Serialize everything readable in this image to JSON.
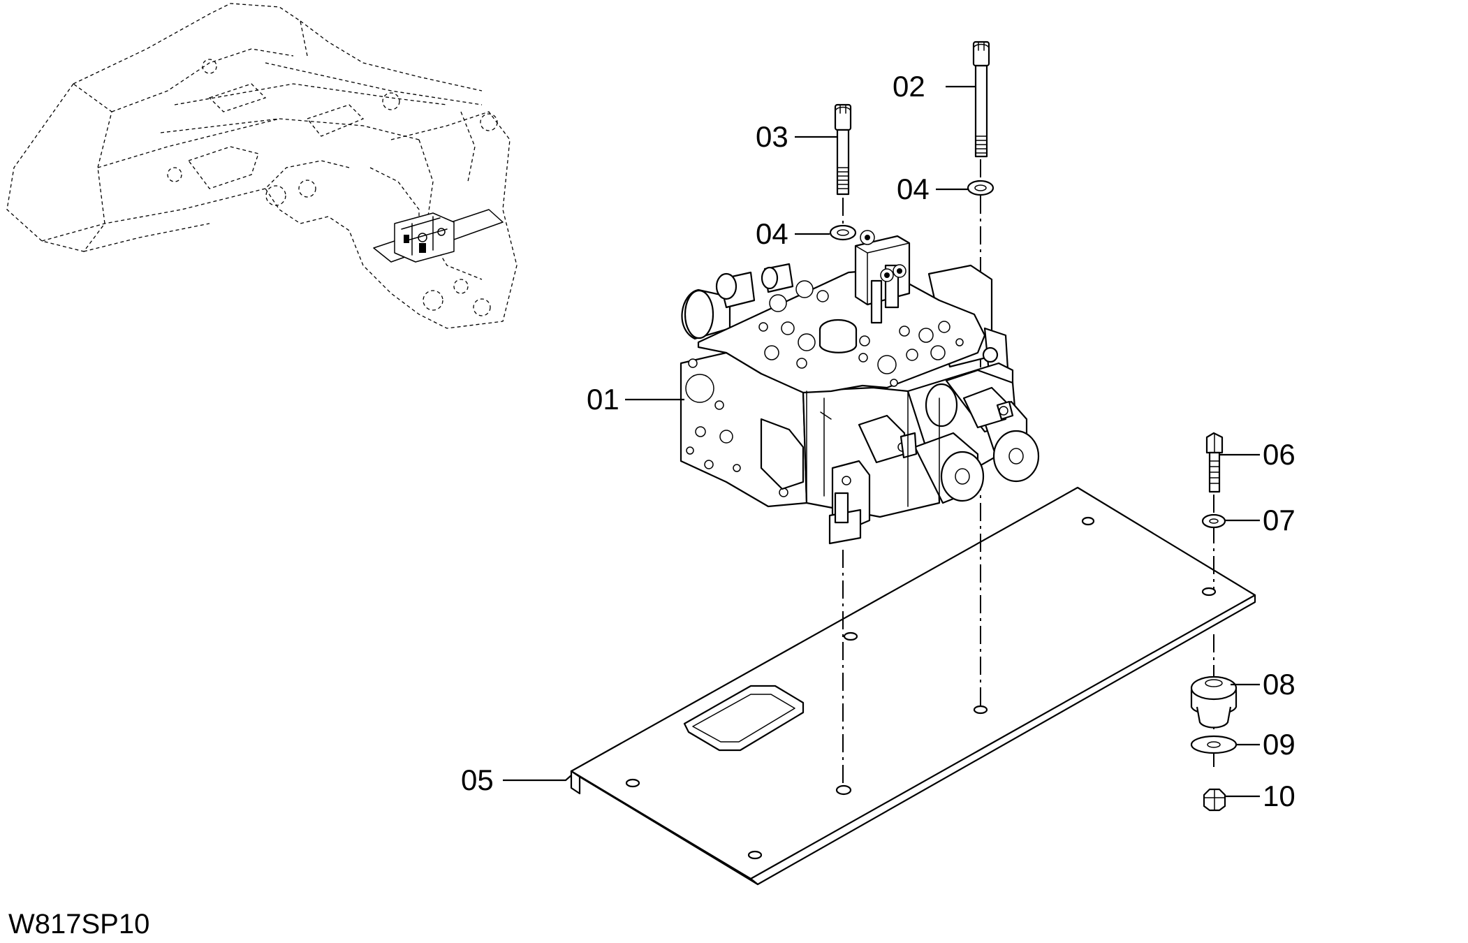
{
  "drawing": {
    "code": "W817SP10"
  },
  "callouts": [
    {
      "id": "01"
    },
    {
      "id": "02"
    },
    {
      "id": "03"
    },
    {
      "id": "04"
    },
    {
      "id": "04"
    },
    {
      "id": "05"
    },
    {
      "id": "06"
    },
    {
      "id": "07"
    },
    {
      "id": "08"
    },
    {
      "id": "09"
    },
    {
      "id": "10"
    }
  ]
}
